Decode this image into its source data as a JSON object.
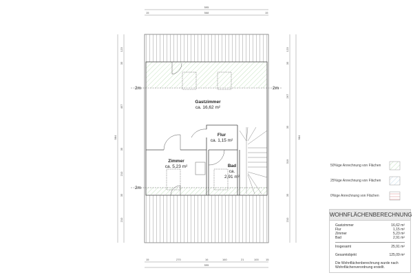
{
  "dimensions": {
    "top_total": "595",
    "top_parts": [
      "15",
      "568",
      "15"
    ],
    "bottom_parts": [
      "15",
      "270",
      "16",
      "160",
      "21",
      "100",
      "15"
    ],
    "bottom_total": "595",
    "left_parts": [
      "123",
      "35",
      "457",
      "35",
      "210",
      "35",
      "210"
    ],
    "left_total": "984",
    "right_parts": [
      "123",
      "35",
      "267",
      "35",
      "319",
      "35",
      "210"
    ],
    "right_total": "984"
  },
  "height_marks": [
    "2m",
    "2m",
    "2m"
  ],
  "rooms": [
    {
      "name": "Gastzimmer",
      "area": "ca. 16,62 m²"
    },
    {
      "name": "Flur",
      "area": "ca. 1,15 m²"
    },
    {
      "name": "Zimmer",
      "area": "ca. 5,23 m²"
    },
    {
      "name": "Bad",
      "area_line1": "ca.",
      "area_line2": "2,91 m²"
    }
  ],
  "legend": [
    {
      "label": "50%ige Anrechnung von Flächen",
      "color": "#a8d8a0"
    },
    {
      "label": "25%ige Anrechnung von Flächen",
      "color": "#a0c8e0"
    },
    {
      "label": "0%ige Anrechnung von Flächen",
      "color": "#e8a8a8"
    }
  ],
  "calculation": {
    "title": "WOHNFLÄCHENBERECHNUNG",
    "rows": [
      {
        "label": "Gastzimmer",
        "value": "16,62 m²"
      },
      {
        "label": "Flur",
        "value": "1,15 m²"
      },
      {
        "label": "Zimmer",
        "value": "5,23 m²"
      },
      {
        "label": "Bad",
        "value": "2,91 m²"
      }
    ],
    "total_label": "Insgesamt",
    "total_value": "25,91 m²",
    "object_label": "Gesamtobjekt",
    "object_value": "125,09 m²",
    "note": "Die Wohnflächenberechnung wurde nach Wohnflächenverordnung erstellt."
  }
}
